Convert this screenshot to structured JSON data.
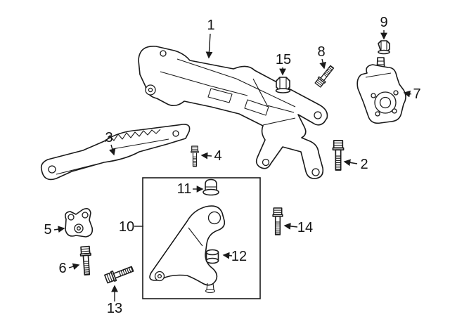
{
  "diagram": {
    "colors": {
      "background": "#ffffff",
      "line": "#1a1a1a"
    },
    "callouts": {
      "c1": {
        "label": "1"
      },
      "c2": {
        "label": "2"
      },
      "c3": {
        "label": "3"
      },
      "c4": {
        "label": "4"
      },
      "c5": {
        "label": "5"
      },
      "c6": {
        "label": "6"
      },
      "c7": {
        "label": "7"
      },
      "c8": {
        "label": "8"
      },
      "c9": {
        "label": "9"
      },
      "c10": {
        "label": "10"
      },
      "c11": {
        "label": "11"
      },
      "c12": {
        "label": "12"
      },
      "c13": {
        "label": "13"
      },
      "c14": {
        "label": "14"
      },
      "c15": {
        "label": "15"
      }
    }
  }
}
